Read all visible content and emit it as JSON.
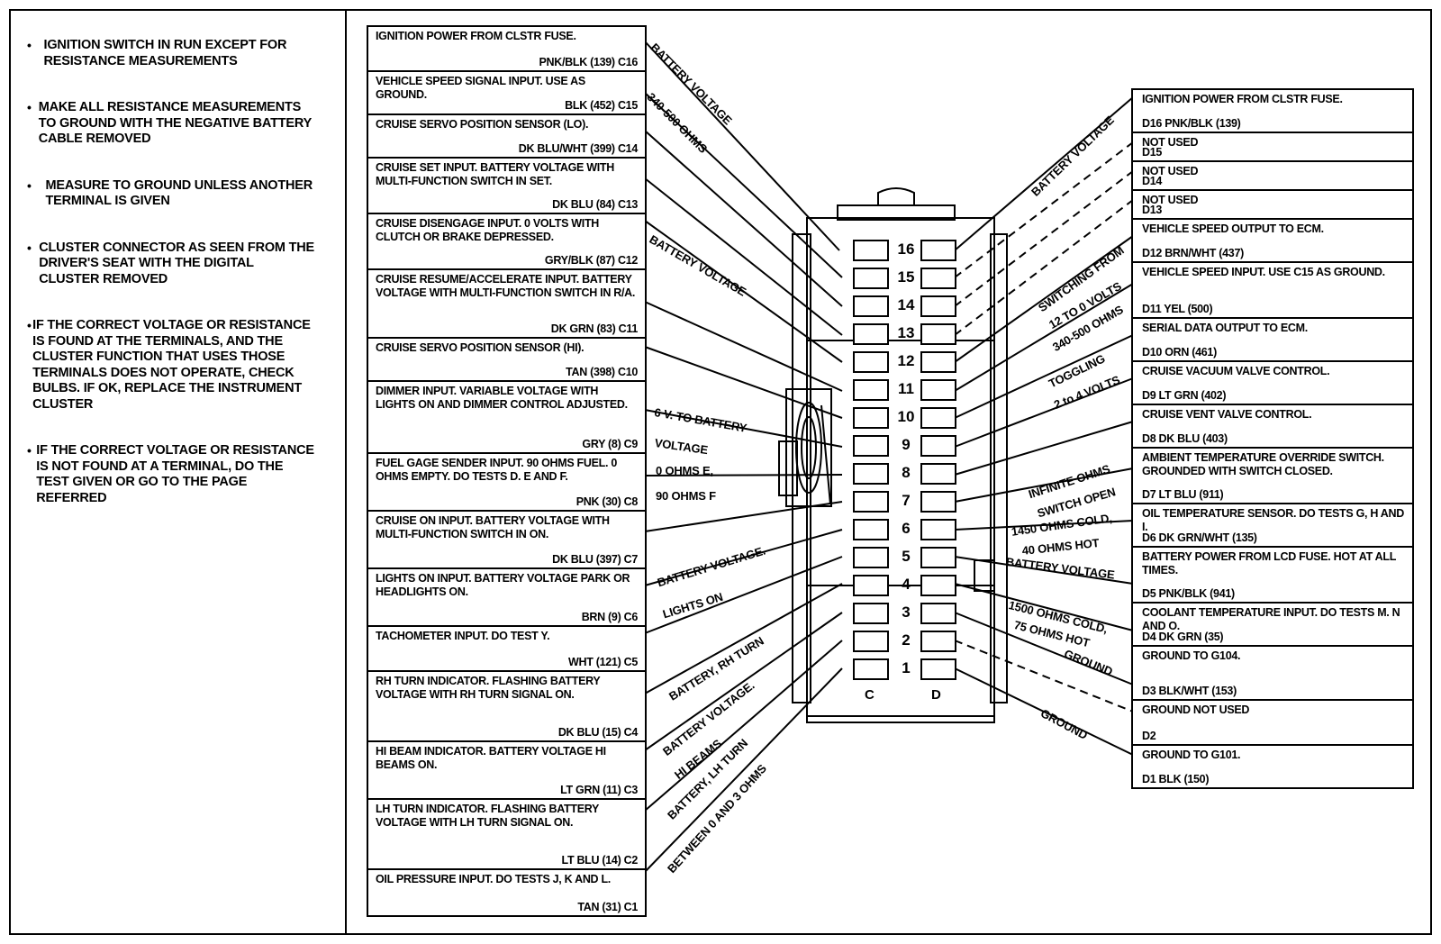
{
  "notes": [
    "IGNITION SWITCH IN RUN EXCEPT FOR RESISTANCE MEASUREMENTS",
    "MAKE ALL RESISTANCE MEASUREMENTS TO GROUND WITH THE NEGATIVE BATTERY CABLE REMOVED",
    "MEASURE TO GROUND UNLESS ANOTHER TERMINAL IS GIVEN",
    "CLUSTER CONNECTOR AS SEEN FROM THE DRIVER'S SEAT WITH THE DIGITAL CLUSTER REMOVED",
    "IF THE CORRECT VOLTAGE OR RESISTANCE IS FOUND AT THE TERMINALS, AND THE CLUSTER FUNCTION THAT USES THOSE TERMINALS DOES NOT OPERATE, CHECK BULBS. IF OK, REPLACE THE INSTRUMENT CLUSTER",
    "IF THE CORRECT VOLTAGE OR RESISTANCE IS NOT FOUND AT A TERMINAL, DO THE TEST GIVEN OR GO TO THE PAGE REFERRED"
  ],
  "c_terminals": [
    {
      "desc": "IGNITION POWER FROM CLSTR FUSE.",
      "wire": "PNK/BLK (139)   C16"
    },
    {
      "desc": "VEHICLE SPEED SIGNAL INPUT. USE AS GROUND.",
      "wire": "BLK (452)   C15"
    },
    {
      "desc": "CRUISE SERVO POSITION SENSOR (LO).",
      "wire": "DK BLU/WHT (399)   C14"
    },
    {
      "desc": "CRUISE SET INPUT. BATTERY VOLTAGE WITH MULTI-FUNCTION SWITCH IN SET.",
      "wire": "DK BLU (84)   C13"
    },
    {
      "desc": "CRUISE DISENGAGE INPUT. 0 VOLTS WITH CLUTCH OR BRAKE DEPRESSED.",
      "wire": "GRY/BLK (87)   C12"
    },
    {
      "desc": "CRUISE RESUME/ACCELERATE INPUT. BATTERY VOLTAGE WITH MULTI-FUNCTION SWITCH IN R/A.",
      "wire": "DK GRN (83)   C11"
    },
    {
      "desc": "CRUISE SERVO POSITION SENSOR (HI).",
      "wire": "TAN (398)   C10"
    },
    {
      "desc": "DIMMER INPUT. VARIABLE VOLTAGE WITH LIGHTS ON AND DIMMER CONTROL ADJUSTED.",
      "wire": "GRY (8)   C9"
    },
    {
      "desc": "FUEL GAGE SENDER INPUT. 90 OHMS FUEL. 0 OHMS EMPTY. DO TESTS D. E AND F.",
      "wire": "PNK (30)   C8"
    },
    {
      "desc": "CRUISE ON INPUT. BATTERY VOLTAGE WITH MULTI-FUNCTION SWITCH IN ON.",
      "wire": "DK BLU (397)   C7"
    },
    {
      "desc": "LIGHTS ON INPUT. BATTERY VOLTAGE PARK OR HEADLIGHTS ON.",
      "wire": "BRN (9)   C6"
    },
    {
      "desc": "TACHOMETER INPUT. DO TEST Y.",
      "wire": "WHT (121)   C5"
    },
    {
      "desc": "RH TURN INDICATOR. FLASHING BATTERY VOLTAGE WITH RH TURN SIGNAL ON.",
      "wire": "DK BLU (15)   C4"
    },
    {
      "desc": "HI BEAM INDICATOR. BATTERY VOLTAGE HI BEAMS ON.",
      "wire": "LT GRN (11)   C3"
    },
    {
      "desc": "LH TURN INDICATOR. FLASHING BATTERY VOLTAGE WITH LH TURN SIGNAL ON.",
      "wire": "LT BLU (14)   C2"
    },
    {
      "desc": "OIL PRESSURE INPUT. DO TESTS J, K AND L.",
      "wire": "TAN (31)   C1"
    }
  ],
  "d_terminals": [
    {
      "desc": "IGNITION POWER FROM CLSTR FUSE.",
      "wire": "D16   PNK/BLK (139)"
    },
    {
      "desc": "NOT USED",
      "wire": "D15"
    },
    {
      "desc": "NOT USED",
      "wire": "D14"
    },
    {
      "desc": "NOT USED",
      "wire": "D13"
    },
    {
      "desc": "VEHICLE SPEED OUTPUT TO ECM.",
      "wire": "D12   BRN/WHT (437)"
    },
    {
      "desc": "VEHICLE SPEED INPUT. USE C15 AS GROUND.",
      "wire": "D11   YEL (500)"
    },
    {
      "desc": "SERIAL DATA OUTPUT TO ECM.",
      "wire": "D10   ORN (461)"
    },
    {
      "desc": "CRUISE VACUUM VALVE CONTROL.",
      "wire": "D9   LT GRN (402)"
    },
    {
      "desc": "CRUISE VENT VALVE CONTROL.",
      "wire": "D8   DK BLU (403)"
    },
    {
      "desc": "AMBIENT TEMPERATURE OVERRIDE SWITCH. GROUNDED WITH SWITCH CLOSED.",
      "wire": "D7   LT BLU (911)"
    },
    {
      "desc": "OIL TEMPERATURE SENSOR. DO TESTS G, H AND I.",
      "wire": "D6   DK GRN/WHT (135)"
    },
    {
      "desc": "BATTERY POWER FROM LCD FUSE. HOT AT ALL TIMES.",
      "wire": "D5   PNK/BLK (941)"
    },
    {
      "desc": "COOLANT TEMPERATURE INPUT. DO TESTS M. N AND O.",
      "wire": "D4   DK GRN (35)"
    },
    {
      "desc": "GROUND TO G104.",
      "wire": "D3   BLK/WHT (153)"
    },
    {
      "desc": "GROUND NOT USED",
      "wire": "D2"
    },
    {
      "desc": "GROUND TO G101.",
      "wire": "D1   BLK (150)"
    }
  ],
  "labels": {
    "l1": "BATTERY VOLTAGE",
    "l2": "340-500 OHMS",
    "l3": "BATTERY VOLTAGE",
    "l4": "6 V. TO BATTERY",
    "l5": "VOLTAGE",
    "l6": "0 OHMS E,",
    "l7": "90 OHMS F",
    "l8": "BATTERY VOLTAGE.",
    "l9": "LIGHTS ON",
    "l10": "BATTERY, RH TURN",
    "l11": "BATTERY VOLTAGE.",
    "l12": "HI BEAMS",
    "l13": "BATTERY, LH TURN",
    "l14": "BETWEEN 0 AND 3 OHMS",
    "r1": "BATTERY VOLTAGE",
    "r2": "SWITCHING FROM",
    "r3": "12 TO 0 VOLTS",
    "r4": "340-500 OHMS",
    "r5": "TOGGLING",
    "r6": "2 to 4 VOLTS",
    "r7": "INFINITE OHMS",
    "r8": "SWITCH OPEN",
    "r9": "1450 OHMS COLD,",
    "r10": "40 OHMS HOT",
    "r11": "BATTERY VOLTAGE",
    "r12": "1500 OHMS COLD,",
    "r13": "75 OHMS HOT",
    "r14": "GROUND",
    "r15": "GROUND"
  },
  "connector": {
    "pins": [
      "16",
      "15",
      "14",
      "13",
      "12",
      "11",
      "10",
      "9",
      "8",
      "7",
      "6",
      "5",
      "4",
      "3",
      "2",
      "1"
    ],
    "col_c": "C",
    "col_d": "D"
  }
}
